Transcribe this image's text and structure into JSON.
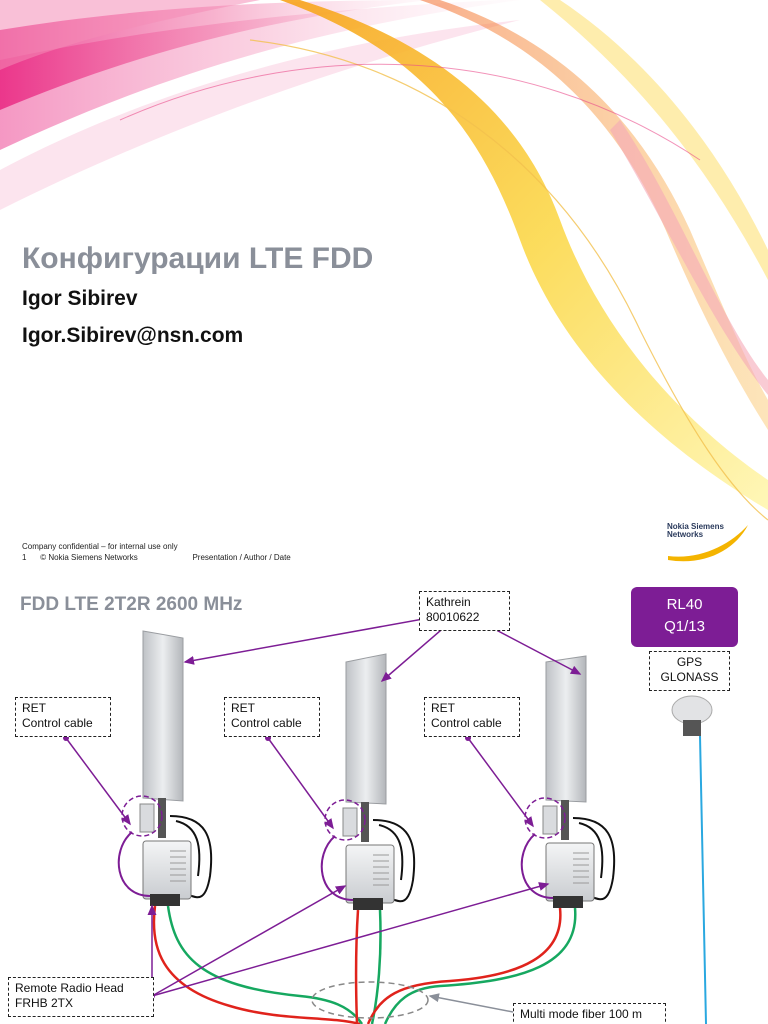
{
  "slide1": {
    "title": "Конфигурации LTE FDD",
    "author": "Igor Sibirev",
    "email": "Igor.Sibirev@nsn.com",
    "confidential": "Company confidential – for internal use only",
    "page_number": "1",
    "copyright": "© Nokia Siemens Networks",
    "footer_meta": "Presentation / Author / Date",
    "logo_line1": "Nokia Siemens",
    "logo_line2": "Networks"
  },
  "slide2": {
    "title": "FDD LTE 2T2R 2600 MHz",
    "antenna_label_line1": "Kathrein",
    "antenna_label_line2": "80010622",
    "release_badge_line1": "RL40",
    "release_badge_line2": "Q1/13",
    "gps_label_line1": "GPS",
    "gps_label_line2": "GLONASS",
    "ret_label_line1": "RET",
    "ret_label_line2": "Control cable",
    "rrh_label_line1": "Remote Radio Head",
    "rrh_label_line2": "FRHB 2TX",
    "fiber_label": "Multi mode fiber 100 m"
  },
  "colors": {
    "accent_purple": "#7d1d95",
    "title_gray": "#8a8f99",
    "cable_red": "#e0231c",
    "cable_green": "#16a860",
    "cable_blue": "#2aa8e0"
  }
}
